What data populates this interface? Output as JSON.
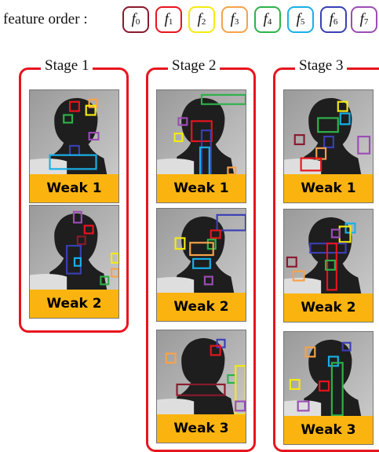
{
  "legend": {
    "title": "feature order :",
    "features": [
      {
        "label": "f",
        "sub": "0",
        "color": "#8a1a2e"
      },
      {
        "label": "f",
        "sub": "1",
        "color": "#e8141d"
      },
      {
        "label": "f",
        "sub": "2",
        "color": "#f4ea12"
      },
      {
        "label": "f",
        "sub": "3",
        "color": "#f7a24a"
      },
      {
        "label": "f",
        "sub": "4",
        "color": "#2db24a"
      },
      {
        "label": "f",
        "sub": "5",
        "color": "#19b0e8"
      },
      {
        "label": "f",
        "sub": "6",
        "color": "#3a3fb5"
      },
      {
        "label": "f",
        "sub": "7",
        "color": "#9b4db5"
      }
    ]
  },
  "stages": [
    {
      "label": "Stage 1",
      "weaks": [
        {
          "label": "Weak 1",
          "features": [
            1,
            3,
            2,
            4,
            7,
            6,
            5
          ]
        },
        {
          "label": "Weak 2",
          "features": [
            7,
            1,
            0,
            6,
            5,
            2,
            3,
            4
          ]
        }
      ]
    },
    {
      "label": "Stage 2",
      "weaks": [
        {
          "label": "Weak 1",
          "features": [
            4,
            7,
            1,
            2,
            6,
            5,
            3
          ]
        },
        {
          "label": "Weak 2",
          "features": [
            6,
            1,
            4,
            2,
            3,
            5,
            7
          ]
        },
        {
          "label": "Weak 3",
          "features": [
            3,
            6,
            1,
            4,
            2,
            0,
            7
          ]
        }
      ]
    },
    {
      "label": "Stage 3",
      "weaks": [
        {
          "label": "Weak 1",
          "features": [
            2,
            5,
            4,
            0,
            6,
            3,
            1,
            7
          ]
        },
        {
          "label": "Weak 2",
          "features": [
            5,
            2,
            7,
            6,
            1,
            0,
            4,
            3
          ]
        },
        {
          "label": "Weak 3",
          "features": [
            6,
            3,
            5,
            2,
            1,
            4,
            7
          ]
        }
      ]
    }
  ]
}
